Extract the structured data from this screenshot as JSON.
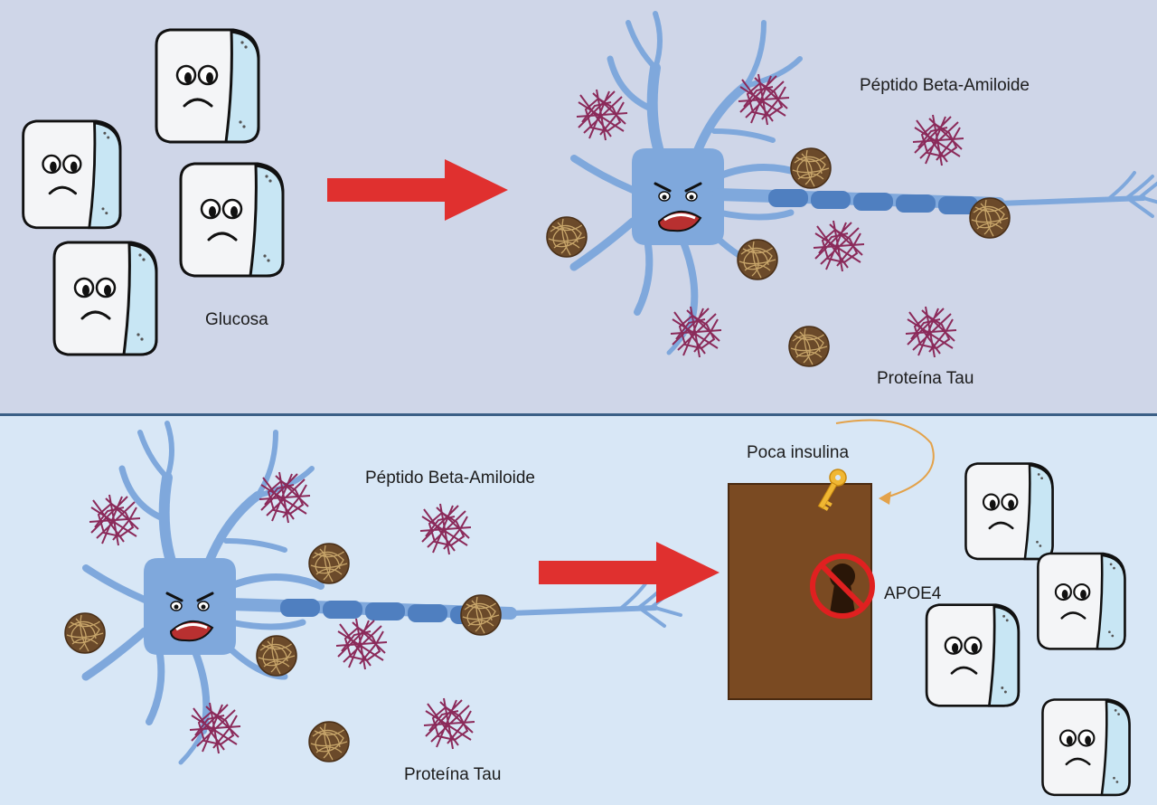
{
  "panel_top": {
    "glucose_label": "Glucosa",
    "amyloid_label": "Péptido Beta-Amiloide",
    "tau_label": "Proteína Tau"
  },
  "panel_bottom": {
    "amyloid_label": "Péptido Beta-Amiloide",
    "tau_label": "Proteína Tau",
    "insulin_label": "Poca insulina",
    "apoe_label": "APOE4"
  },
  "colors": {
    "arrow": "#e0302f",
    "neuron": "#7fa8dc",
    "neuron_dark": "#4f7fc0",
    "door": "#7a4a22",
    "key": "#f0b733",
    "amyloid": "#8b2a5a",
    "tau": "#6b4a2a",
    "prohibited": "#e02020"
  },
  "icons": [
    "sad-sugar-cube-icon",
    "angry-neuron-icon",
    "amyloid-plaque-icon",
    "tau-tangle-icon",
    "key-icon",
    "no-entry-keyhole-icon"
  ]
}
